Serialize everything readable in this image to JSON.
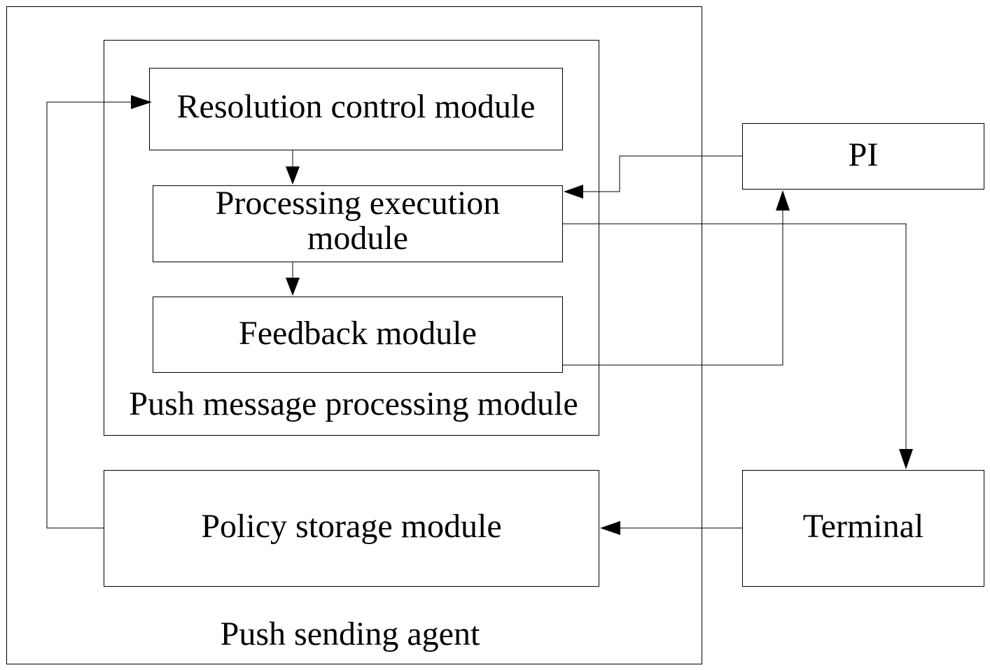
{
  "diagram": {
    "outer_container": {
      "label": "Push sending agent"
    },
    "processing_group": {
      "label": "Push message processing module"
    },
    "modules": {
      "resolution_control": {
        "label": "Resolution control module"
      },
      "processing_execution": {
        "label_line1": "Processing execution",
        "label_line2": "module"
      },
      "feedback": {
        "label": "Feedback module"
      },
      "policy_storage": {
        "label": "Policy storage module"
      }
    },
    "external": {
      "pi": {
        "label": "PI"
      },
      "terminal": {
        "label": "Terminal"
      }
    },
    "connections": [
      {
        "from": "Resolution control module",
        "to": "Processing execution module"
      },
      {
        "from": "Processing execution module",
        "to": "Feedback module"
      },
      {
        "from": "PI",
        "to": "Processing execution module"
      },
      {
        "from": "Feedback module",
        "to": "PI"
      },
      {
        "from": "Processing execution module",
        "to": "Terminal"
      },
      {
        "from": "Terminal",
        "to": "Policy storage module"
      },
      {
        "from": "Policy storage module",
        "to": "Resolution control module"
      }
    ],
    "line_color": "#000000",
    "background_color": "#ffffff"
  }
}
